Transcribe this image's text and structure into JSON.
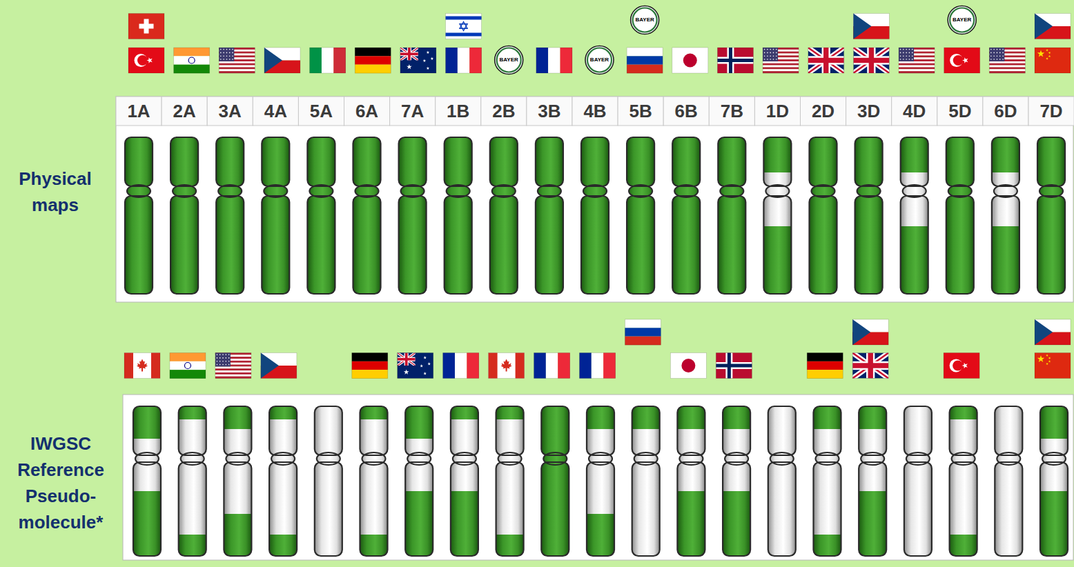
{
  "diagram": {
    "labels": [
      "BAYER",
      "BAYER",
      "BAYER",
      "BAYER",
      "1A",
      "2A",
      "3A",
      "4A",
      "5A",
      "6A",
      "7A",
      "1B",
      "2B",
      "3B",
      "4B",
      "5B",
      "6B",
      "7B",
      "1D",
      "2D",
      "3D",
      "4D",
      "5D",
      "6D",
      "7D",
      "Physical maps",
      "IWGSC Reference Pseudo- molecule*"
    ]
  }
}
